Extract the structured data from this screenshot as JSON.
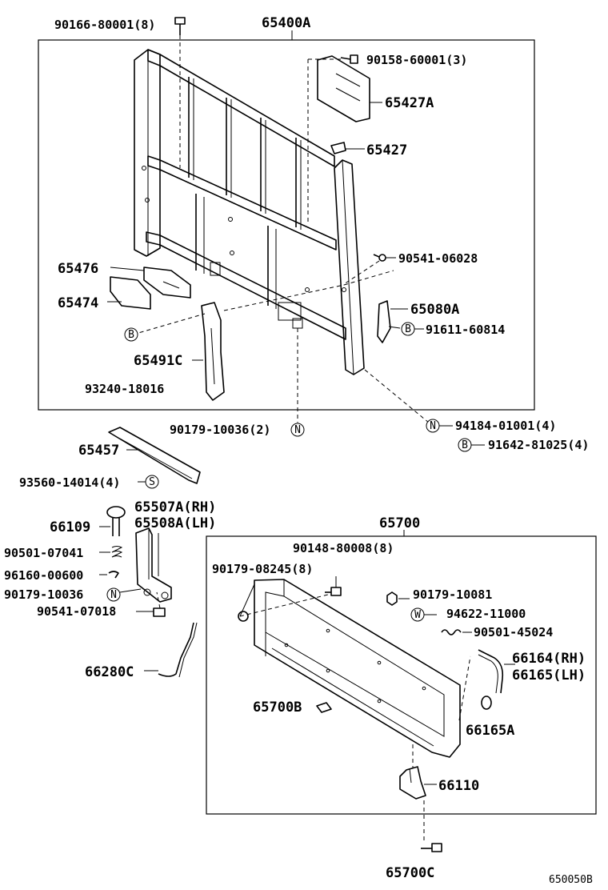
{
  "labels": {
    "p90166": "90166-80001(8)",
    "p65400A": "65400A",
    "p90158": "90158-60001(3)",
    "p65427A": "65427A",
    "p65427": "65427",
    "p90541_06028": "90541-06028",
    "p65476": "65476",
    "p65474": "65474",
    "p65080A": "65080A",
    "p91611": "91611-60814",
    "p65491C": "65491C",
    "p93240": "93240-18016",
    "p90179_10036_2": "90179-10036(2)",
    "p94184": "94184-01001(4)",
    "p91642": "91642-81025(4)",
    "p65457": "65457",
    "p93560": "93560-14014(4)",
    "p65507A": "65507A(RH)",
    "p65508A": "65508A(LH)",
    "p66109": "66109",
    "p65700": "65700",
    "p90501_07041": "90501-07041",
    "p96160": "96160-00600",
    "p90179_10036": "90179-10036",
    "p90541_07018": "90541-07018",
    "p90148": "90148-80008(8)",
    "p90179_08245": "90179-08245(8)",
    "p90179_10081": "90179-10081",
    "p94622": "94622-11000",
    "p90501_45024": "90501-45024",
    "p66164": "66164(RH)",
    "p66165": "66165(LH)",
    "p66280C": "66280C",
    "p65700B": "65700B",
    "p66165A": "66165A",
    "p66110": "66110",
    "p65700C": "65700C",
    "figure_code": "650050B"
  },
  "symbols": {
    "B": "B",
    "N": "N",
    "S": "S",
    "W": "W"
  }
}
